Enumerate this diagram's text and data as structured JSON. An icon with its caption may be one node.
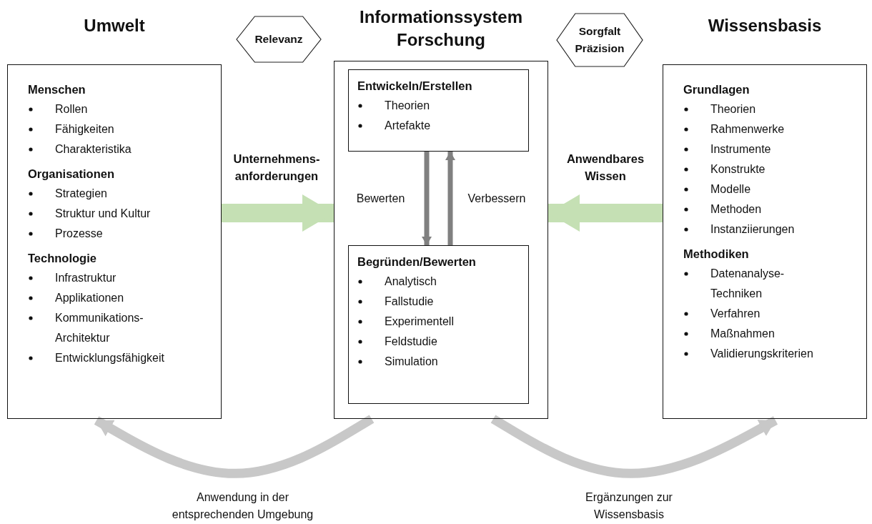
{
  "diagram": {
    "nodes": [
      {
        "text": [
          "Umwelt",
          "Menschen",
          "Rollen",
          "Fähigkeiten",
          "Charakteristika",
          "Organisationen",
          "Strategien",
          "Struktur und Kultur",
          "Prozesse",
          "Technologie",
          "Infrastruktur",
          "Applikationen",
          "Kommunikations- Architektur",
          "Entwicklungsfähigkeit"
        ]
      },
      {
        "text": [
          "Relevanz"
        ]
      },
      {
        "text": [
          "Informationssystem Forschung"
        ]
      },
      {
        "text": [
          "Entwickeln/Erstellen",
          "Theorien",
          "Artefakte"
        ],
        "in": 2
      },
      {
        "text": [
          "Begründen/Bewerten",
          "Analytisch",
          "Fallstudie",
          "Experimentell",
          "Feldstudie",
          "Simulation"
        ],
        "in": 2
      },
      {
        "text": [
          "Sorgfalt Präzision"
        ]
      },
      {
        "text": [
          "Wissensbasis",
          "Grundlagen",
          "Theorien",
          "Rahmenwerke",
          "Instrumente",
          "Konstrukte",
          "Modelle",
          "Methoden",
          "Instanziierungen",
          "Methodiken",
          "Datenanalyse- Techniken",
          "Verfahren",
          "Maßnahmen",
          "Validierungskriterien"
        ]
      }
    ],
    "edges": [
      {
        "from": 0,
        "to": 2,
        "arrow": "to",
        "label": "Unternehmens- anforderungen",
        "style": "thick",
        "color": "#c5e0b4"
      },
      {
        "from": 6,
        "to": 2,
        "arrow": "to",
        "label": "Anwendbares Wissen",
        "style": "thick",
        "color": "#c5e0b4"
      },
      {
        "from": 3,
        "to": 4,
        "arrow": "to",
        "label": "Bewerten",
        "color": "#808080"
      },
      {
        "from": 4,
        "to": 3,
        "arrow": "to",
        "label": "Verbessern",
        "color": "#808080"
      },
      {
        "from": 2,
        "to": 0,
        "arrow": "to",
        "label": "Anwendung in der entsprechenden Umgebung",
        "color": "#c8c8c8"
      },
      {
        "from": 2,
        "to": 6,
        "arrow": "to",
        "label": "Ergänzungen zur Wissensbasis",
        "color": "#c8c8c8"
      }
    ]
  }
}
